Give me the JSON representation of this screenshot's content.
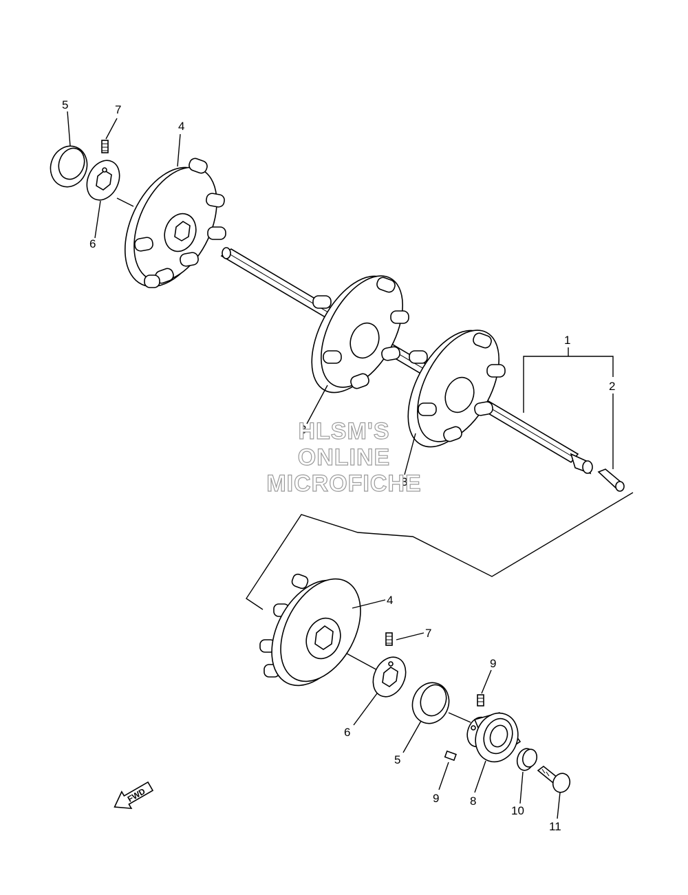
{
  "callouts": {
    "c1": "1",
    "c2": "2",
    "c3a": "3",
    "c3b": "3",
    "c4a": "4",
    "c4b": "4",
    "c5a": "5",
    "c5b": "5",
    "c6a": "6",
    "c6b": "6",
    "c7a": "7",
    "c7b": "7",
    "c8": "8",
    "c9a": "9",
    "c9b": "9",
    "c10": "10",
    "c11": "11"
  },
  "watermark": {
    "line1": "HLSM'S",
    "line2": "ONLINE",
    "line3": "MICROFICHE"
  },
  "direction_arrow": {
    "label": "FWD",
    "icon": "fwd-arrow-icon"
  }
}
